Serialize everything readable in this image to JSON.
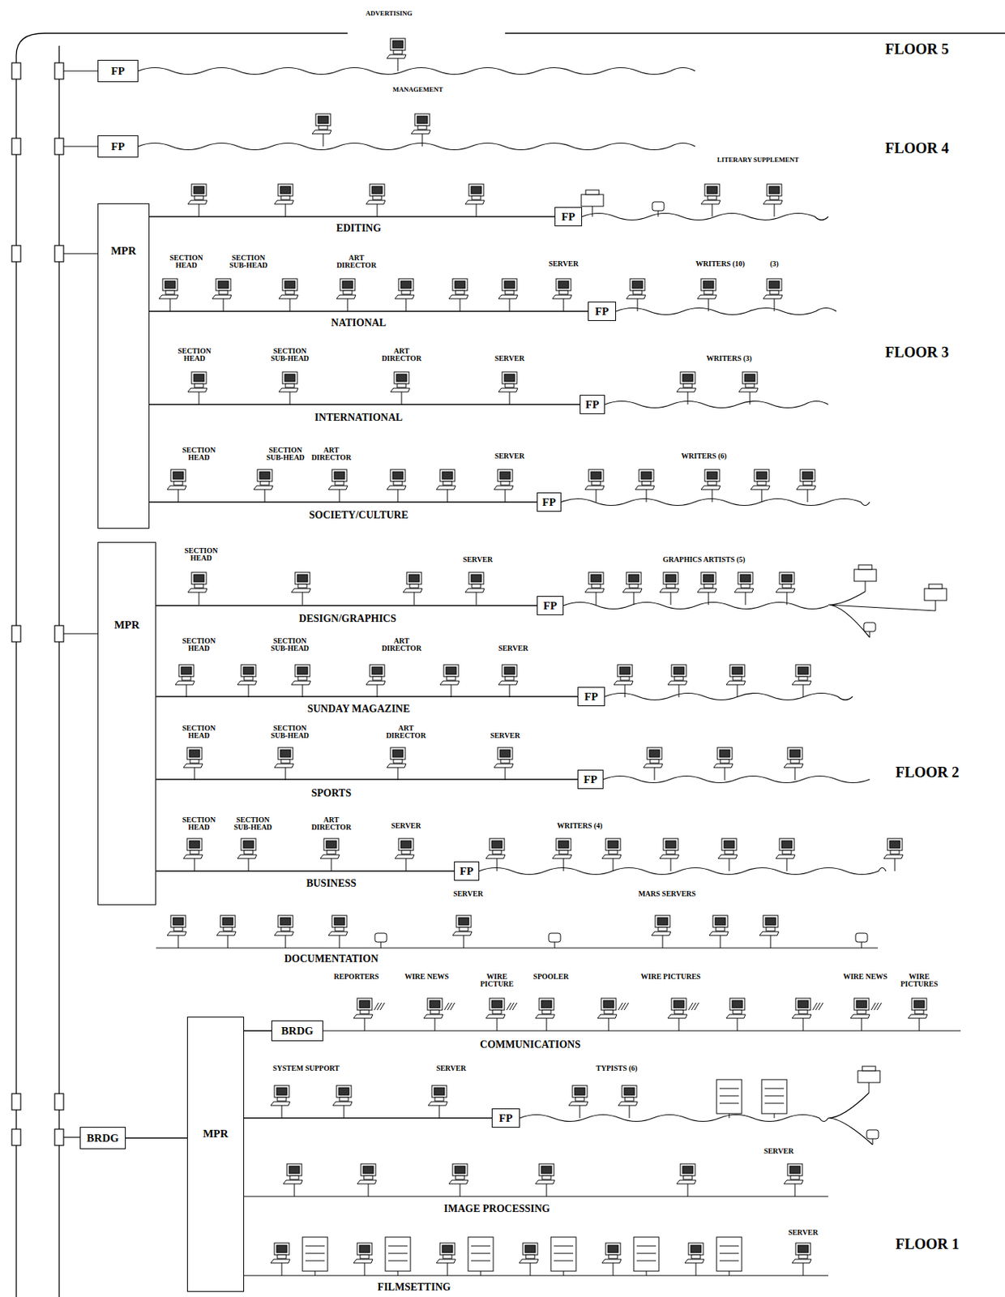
{
  "diagram": {
    "nodes": [
      {
        "text": [
          "FP"
        ]
      },
      {
        "text": [
          "FP"
        ]
      },
      {
        "text": [
          "MPR"
        ]
      },
      {
        "text": [
          "FP"
        ]
      },
      {
        "text": [
          "FP"
        ]
      },
      {
        "text": [
          "FP"
        ]
      },
      {
        "text": [
          "FP"
        ]
      },
      {
        "text": [
          "MPR"
        ]
      },
      {
        "text": [
          "FP"
        ]
      },
      {
        "text": [
          "FP"
        ]
      },
      {
        "text": [
          "FP"
        ]
      },
      {
        "text": [
          "FP"
        ]
      },
      {
        "text": [
          "BRDG"
        ]
      },
      {
        "text": [
          "FP"
        ]
      },
      {
        "text": [
          "BRDG"
        ]
      },
      {
        "text": [
          "MPR"
        ]
      }
    ],
    "edges": [
      {
        "from": 2,
        "to": 3,
        "arrow": "none"
      },
      {
        "from": 2,
        "to": 4,
        "arrow": "none"
      },
      {
        "from": 2,
        "to": 5,
        "arrow": "none"
      },
      {
        "from": 2,
        "to": 6,
        "arrow": "none"
      },
      {
        "from": 7,
        "to": 8,
        "arrow": "none"
      },
      {
        "from": 7,
        "to": 9,
        "arrow": "none"
      },
      {
        "from": 7,
        "to": 10,
        "arrow": "none"
      },
      {
        "from": 7,
        "to": 11,
        "arrow": "none"
      },
      {
        "from": 14,
        "to": 15,
        "arrow": "none"
      },
      {
        "from": 15,
        "to": 12,
        "arrow": "none"
      },
      {
        "from": 15,
        "to": 13,
        "arrow": "none"
      }
    ],
    "labels": [
      "ADVERTISING",
      "FLOOR 5",
      "MANAGEMENT",
      "FLOOR 4",
      "LITERARY SUPPLEMENT",
      "EDITING",
      "SECTION HEAD",
      "SECTION SUB-HEAD",
      "ART DIRECTOR",
      "SERVER",
      "WRITERS (10)",
      "(3)",
      "NATIONAL",
      "FLOOR 3",
      "SECTION HEAD",
      "SECTION SUB-HEAD",
      "ART DIRECTOR",
      "SERVER",
      "WRITERS (3)",
      "INTERNATIONAL",
      "SECTION HEAD",
      "SECTION SUB-HEAD",
      "ART DIRECTOR",
      "SERVER",
      "WRITERS (6)",
      "SOCIETY/CULTURE",
      "SECTION HEAD",
      "SERVER",
      "GRAPHICS ARTISTS (5)",
      "DESIGN/GRAPHICS",
      "SECTION HEAD",
      "SECTION SUB-HEAD",
      "ART DIRECTOR",
      "SERVER",
      "SUNDAY MAGAZINE",
      "FLOOR 2",
      "SECTION HEAD",
      "SECTION SUB-HEAD",
      "ART DIRECTOR",
      "SERVER",
      "SPORTS",
      "SECTION HEAD",
      "SECTION SUB-HEAD",
      "ART DIRECTOR",
      "SERVER",
      "WRITERS (4)",
      "BUSINESS",
      "SERVER",
      "MARS SERVERS",
      "DOCUMENTATION",
      "REPORTERS",
      "WIRE NEWS",
      "WIRE PICTURE",
      "SPOOLER",
      "WIRE PICTURES",
      "WIRE NEWS",
      "WIRE PICTURES",
      "COMMUNICATIONS",
      "SYSTEM SUPPORT",
      "SERVER",
      "TYPISTS (6)",
      "SERVER",
      "IMAGE PROCESSING",
      "SERVER",
      "FILMSETTING",
      "FLOOR 1"
    ]
  }
}
